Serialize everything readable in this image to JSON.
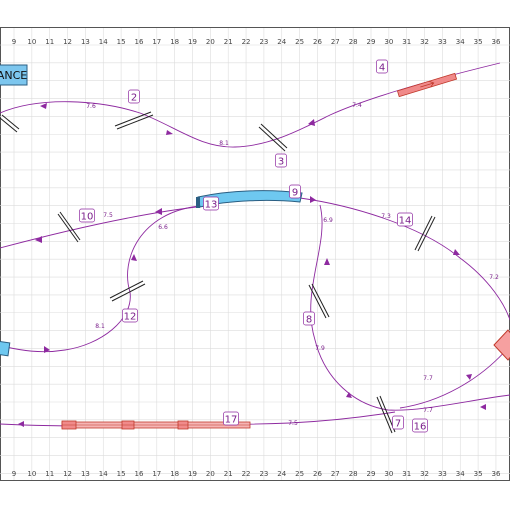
{
  "ruler": {
    "top": [
      "9",
      "10",
      "11",
      "12",
      "13",
      "14",
      "15",
      "16",
      "17",
      "18",
      "19",
      "20",
      "21",
      "22",
      "23",
      "24",
      "25",
      "26",
      "27",
      "28",
      "29",
      "30",
      "31",
      "32",
      "33",
      "34",
      "35",
      "36"
    ],
    "bottom": [
      "9",
      "10",
      "11",
      "12",
      "13",
      "14",
      "15",
      "16",
      "17",
      "18",
      "19",
      "20",
      "21",
      "22",
      "23",
      "24",
      "25",
      "26",
      "27",
      "28",
      "29",
      "30",
      "31",
      "32",
      "33",
      "34",
      "35",
      "36"
    ]
  },
  "entrance_label": "ANCE",
  "obstacle_numbers": [
    "2",
    "3",
    "4",
    "7",
    "8",
    "9",
    "10",
    "12",
    "13",
    "14",
    "16",
    "17"
  ],
  "distances": [
    "7.6",
    "8.1",
    "7.4",
    "7.5",
    "6.6",
    "6.9",
    "7.3",
    "7.2",
    "8.1",
    "7.9",
    "7.5",
    "7.7",
    "7.7"
  ],
  "colors": {
    "path": "#8e2aa0",
    "grid": "#d9d9d9",
    "tunnel_blue": "#6ec8f0",
    "tire_red": "#f08a8a",
    "text": "#7a1f8a"
  }
}
